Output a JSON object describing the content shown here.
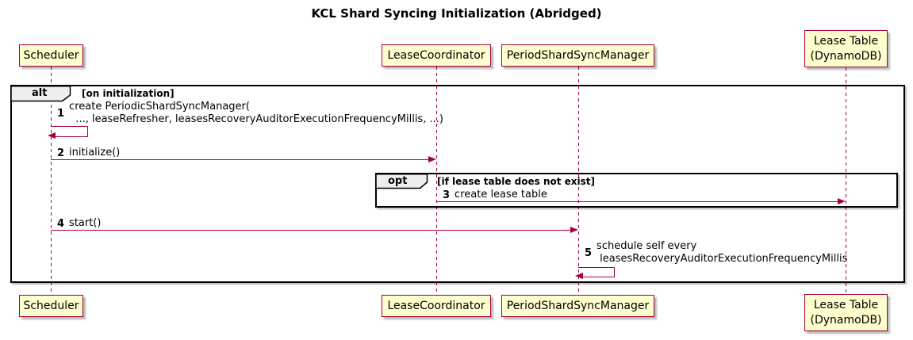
{
  "title": "KCL Shard Syncing Initialization (Abridged)",
  "participants": [
    {
      "id": "scheduler",
      "name": "Scheduler"
    },
    {
      "id": "lease-coordinator",
      "name": "LeaseCoordinator"
    },
    {
      "id": "period-shard-sync-manager",
      "name": "PeriodShardSyncManager"
    },
    {
      "id": "lease-table",
      "name": "Lease Table\n(DynamoDB)"
    }
  ],
  "frames": {
    "alt": {
      "operator": "alt",
      "guard": "[on initialization]"
    },
    "opt": {
      "operator": "opt",
      "guard": "[if lease table does not exist]"
    }
  },
  "messages": [
    {
      "num": "1",
      "text": "create PeriodicShardSyncManager(\n  ..., leaseRefresher, leasesRecoveryAuditorExecutionFrequencyMillis, ...)",
      "from": "Scheduler",
      "to": "Scheduler",
      "kind": "self"
    },
    {
      "num": "2",
      "text": "initialize()",
      "from": "Scheduler",
      "to": "LeaseCoordinator",
      "kind": "sync"
    },
    {
      "num": "3",
      "text": "create lease table",
      "from": "LeaseCoordinator",
      "to": "Lease Table (DynamoDB)",
      "kind": "sync"
    },
    {
      "num": "4",
      "text": "start()",
      "from": "Scheduler",
      "to": "PeriodShardSyncManager",
      "kind": "sync"
    },
    {
      "num": "5",
      "text": "schedule self every\n leasesRecoveryAuditorExecutionFrequencyMillis",
      "from": "PeriodShardSyncManager",
      "to": "PeriodShardSyncManager",
      "kind": "self"
    }
  ],
  "colors": {
    "participant_fill": "#FEFECE",
    "participant_border": "#A80036",
    "arrow": "#A80036",
    "lifeline": "#A80036",
    "frame_border": "#000000",
    "frame_label_fill": "#EEEEEE",
    "background": "#FFFFFF"
  }
}
